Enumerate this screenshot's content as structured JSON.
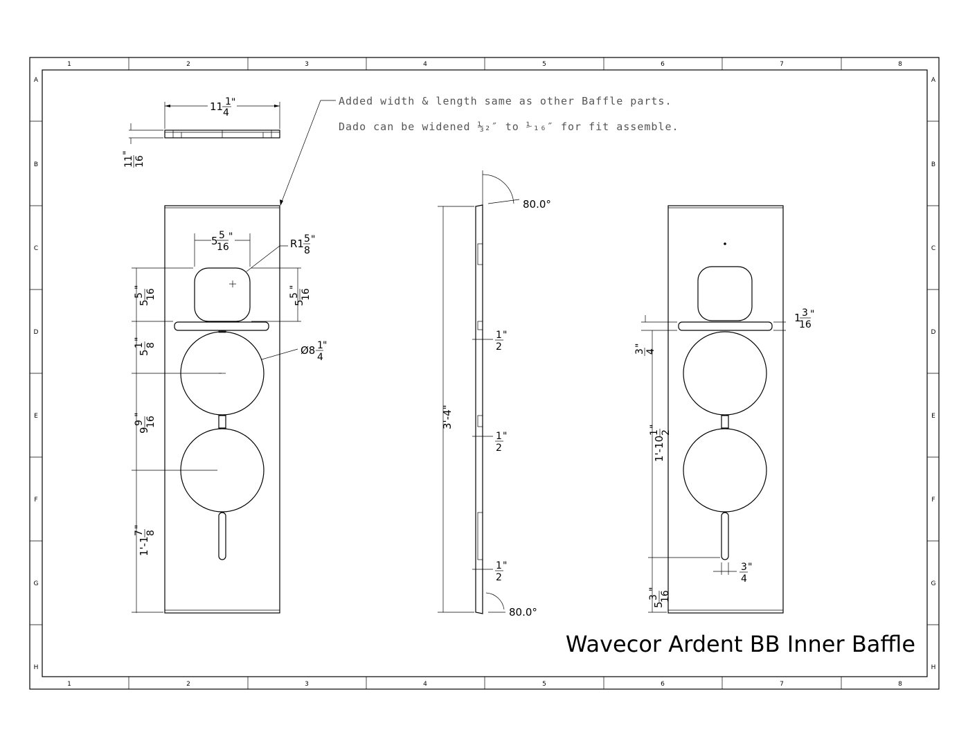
{
  "title_block": {
    "title": "Wavecor Ardent BB Inner Baffle",
    "columns": [
      "1",
      "2",
      "3",
      "4",
      "5",
      "6",
      "7",
      "8"
    ],
    "rows": [
      "A",
      "B",
      "C",
      "D",
      "E",
      "F",
      "G",
      "H"
    ]
  },
  "notes": {
    "line1": "Added width & length same as other Baffle parts.",
    "line2": "Dado can be widened ⅓₂″ to ⅟₁₆″ for fit assemble."
  },
  "top_view": {
    "width_whole": "11",
    "width_num": "1",
    "width_den": "4",
    "width_unit": "\"",
    "thick_num": "11",
    "thick_den": "16",
    "thick_unit": "\""
  },
  "front_view": {
    "cutout_w_whole": "5",
    "cutout_w_num": "5",
    "cutout_w_den": "16",
    "cutout_w_unit": "\"",
    "radius_prefix": "R1",
    "radius_num": "5",
    "radius_den": "8",
    "radius_unit": "\"",
    "cutout_h_whole": "5",
    "cutout_h_num": "5",
    "cutout_h_den": "16",
    "cutout_h_unit": "\"",
    "left_h1_whole": "5",
    "left_h1_num": "5",
    "left_h1_den": "16",
    "left_h1_unit": "\"",
    "left_h2_whole": "5",
    "left_h2_num": "1",
    "left_h2_den": "8",
    "left_h2_unit": "\"",
    "dia_prefix": "Ø8",
    "dia_num": "1",
    "dia_den": "4",
    "dia_unit": "\"",
    "left_h3_whole": "9",
    "left_h3_num": "9",
    "left_h3_den": "16",
    "left_h3_unit": "\"",
    "left_h4_whole": "1'-1",
    "left_h4_num": "7",
    "left_h4_den": "8",
    "left_h4_unit": "\""
  },
  "side_view": {
    "angle_top": "80.0°",
    "angle_bottom": "80.0°",
    "length": "3'-4\"",
    "dado1_num": "1",
    "dado1_den": "2",
    "dado1_unit": "\"",
    "dado2_num": "1",
    "dado2_den": "2",
    "dado2_unit": "\"",
    "dado3_num": "1",
    "dado3_den": "2",
    "dado3_unit": "\""
  },
  "back_view": {
    "slot_whole": "1",
    "slot_num": "3",
    "slot_den": "16",
    "slot_unit": "\"",
    "gap_num": "3",
    "gap_den": "4",
    "gap_unit": "\"",
    "span_whole": "1'-10",
    "span_num": "1",
    "span_den": "2",
    "span_unit": "\"",
    "port_w_num": "3",
    "port_w_den": "4",
    "port_w_unit": "\"",
    "bottom_whole": "5",
    "bottom_num": "3",
    "bottom_den": "16",
    "bottom_unit": "\""
  }
}
